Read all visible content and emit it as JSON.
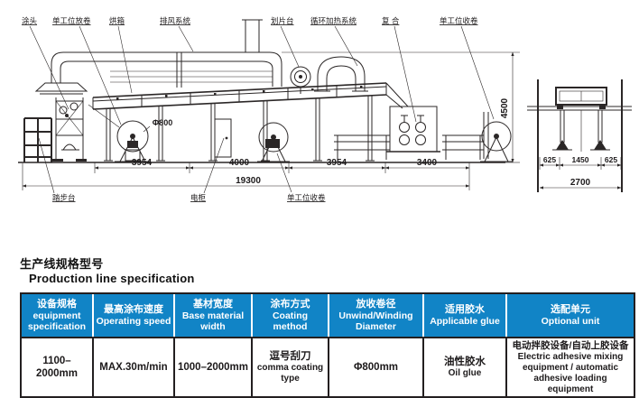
{
  "colors": {
    "header_blue": "#1184c6",
    "line_dark": "#2b2727"
  },
  "diagram": {
    "top_labels": [
      "涂头",
      "单工位放卷",
      "烘箱",
      "排风系统",
      "划片台",
      "循环加热系统",
      "复  合",
      "单工位收卷"
    ],
    "bottom_labels": [
      "踏步台",
      "电柜",
      "单工位收卷"
    ],
    "roll_diameter": "Φ800",
    "dims": [
      "3954",
      "4000",
      "3954",
      "3400"
    ],
    "total_length": "19300",
    "height_dim": "4500",
    "end_view": {
      "dims": [
        "625",
        "1450",
        "625"
      ],
      "total": "2700"
    }
  },
  "section": {
    "title_zh": "生产线规格型号",
    "title_en": "Production line specification"
  },
  "table": {
    "headers": [
      {
        "zh": "设备规格",
        "en": "equipment specification"
      },
      {
        "zh": "最高涂布速度",
        "en": "Operating speed"
      },
      {
        "zh": "基材宽度",
        "en": "Base material width"
      },
      {
        "zh": "涂布方式",
        "en": "Coating method"
      },
      {
        "zh": "放收卷径",
        "en": "Unwind/Winding Diameter"
      },
      {
        "zh": "适用胶水",
        "en": "Applicable glue"
      },
      {
        "zh": "选配单元",
        "en": "Optional unit"
      }
    ],
    "row": [
      {
        "zh": "1100–2000mm",
        "en": ""
      },
      {
        "zh": "MAX.30m/min",
        "en": ""
      },
      {
        "zh": "1000–2000mm",
        "en": ""
      },
      {
        "zh": "逗号刮刀",
        "en": "comma coating type"
      },
      {
        "zh": "Φ800mm",
        "en": ""
      },
      {
        "zh": "油性胶水",
        "en": "Oil glue"
      },
      {
        "zh": "电动拌胶设备/自动上胶设备",
        "en": "Electric adhesive mixing equipment / automatic adhesive loading equipment"
      }
    ]
  }
}
